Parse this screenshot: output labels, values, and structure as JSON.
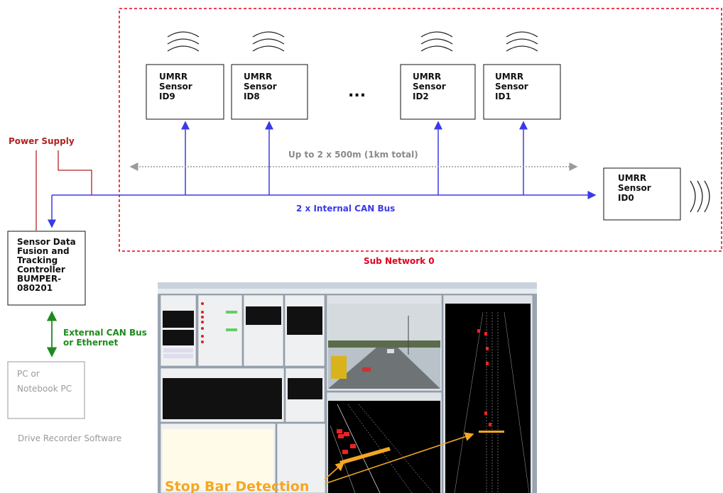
{
  "sensors": [
    {
      "line1": "UMRR",
      "line2": "Sensor",
      "line3": "ID9"
    },
    {
      "line1": "UMRR",
      "line2": "Sensor",
      "line3": "ID8"
    },
    {
      "line1": "UMRR",
      "line2": "Sensor",
      "line3": "ID2"
    },
    {
      "line1": "UMRR",
      "line2": "Sensor",
      "line3": "ID1"
    }
  ],
  "sensor0": {
    "line1": "UMRR",
    "line2": "Sensor",
    "line3": "ID0"
  },
  "ellipsis": "...",
  "range_label": "Up to 2 x 500m (1km total)",
  "bus_label": "2 x Internal CAN Bus",
  "subnetwork_label": "Sub Network 0",
  "power_label": "Power Supply",
  "controller": {
    "lines": [
      "Sensor Data",
      "Fusion and",
      "Tracking",
      "Controller",
      "BUMPER-",
      "080201"
    ]
  },
  "external_bus": {
    "line1": "External CAN Bus",
    "line2": "or Ethernet"
  },
  "pc": {
    "line1": "PC or",
    "line2": "Notebook PC"
  },
  "software_label": "Drive Recorder Software",
  "screenshot_caption": "Stop Bar Detection",
  "colors": {
    "red": "#e3001b",
    "darkred": "#b22222",
    "blue": "#3a3ae8",
    "green": "#1e8a1e",
    "gray": "#9a9a9a",
    "orange": "#f5a623"
  }
}
